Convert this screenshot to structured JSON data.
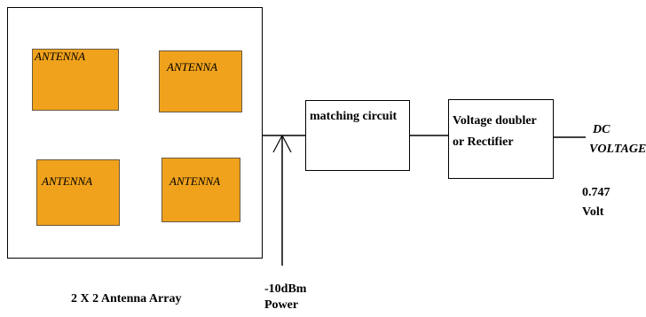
{
  "antenna_array": {
    "caption": "2 X 2 Antenna Array",
    "antennas": [
      "ANTENNA",
      "ANTENNA",
      "ANTENNA",
      "ANTENNA"
    ]
  },
  "input": {
    "power_line1": "-10dBm",
    "power_line2": "Power"
  },
  "blocks": {
    "matching": "matching circuit",
    "doubler_line1": "Voltage doubler",
    "doubler_line2": "or Rectifier"
  },
  "output": {
    "dc_line1": "DC",
    "dc_line2": "VOLTAGE",
    "value_line1": "0.747",
    "value_line2": "Volt"
  },
  "colors": {
    "antenna_fill": "#f0a21c",
    "line": "#000000"
  }
}
